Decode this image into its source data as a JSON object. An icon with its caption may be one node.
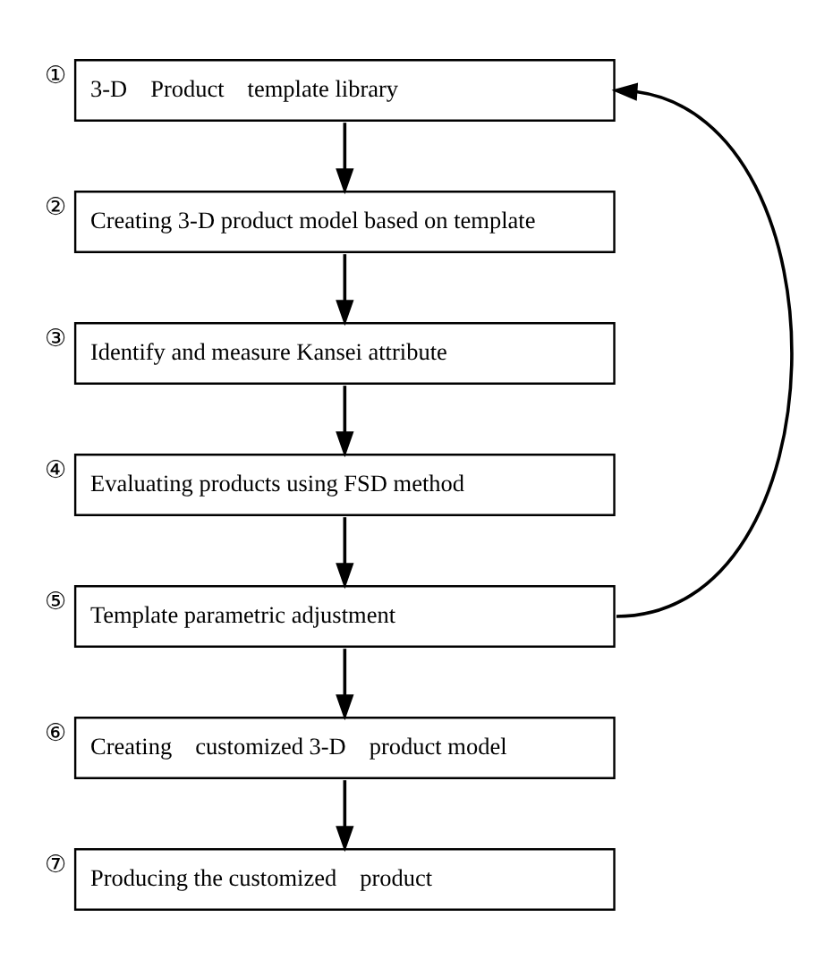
{
  "diagram": {
    "nodes": [
      {
        "text": [
          "3-D　Product　template library"
        ],
        "beside": [
          "①"
        ]
      },
      {
        "text": [
          "Creating 3-D product model based on template"
        ],
        "beside": [
          "②"
        ]
      },
      {
        "text": [
          "Identify and measure Kansei attribute"
        ],
        "beside": [
          "③"
        ]
      },
      {
        "text": [
          "Evaluating products using FSD method"
        ],
        "beside": [
          "④"
        ]
      },
      {
        "text": [
          "Template parametric adjustment"
        ],
        "beside": [
          "⑤"
        ]
      },
      {
        "text": [
          "Creating　customized 3-D　product model"
        ],
        "beside": [
          "⑥"
        ]
      },
      {
        "text": [
          "Producing the customized　product"
        ],
        "beside": [
          "⑦"
        ]
      }
    ],
    "edges": [
      {
        "from": 0,
        "to": 1,
        "arrow": "to"
      },
      {
        "from": 1,
        "to": 2,
        "arrow": "to"
      },
      {
        "from": 2,
        "to": 3,
        "arrow": "to"
      },
      {
        "from": 3,
        "to": 4,
        "arrow": "to"
      },
      {
        "from": 4,
        "to": 5,
        "arrow": "to"
      },
      {
        "from": 5,
        "to": 6,
        "arrow": "to"
      },
      {
        "from": 4,
        "to": 0,
        "arrow": "to"
      }
    ]
  }
}
